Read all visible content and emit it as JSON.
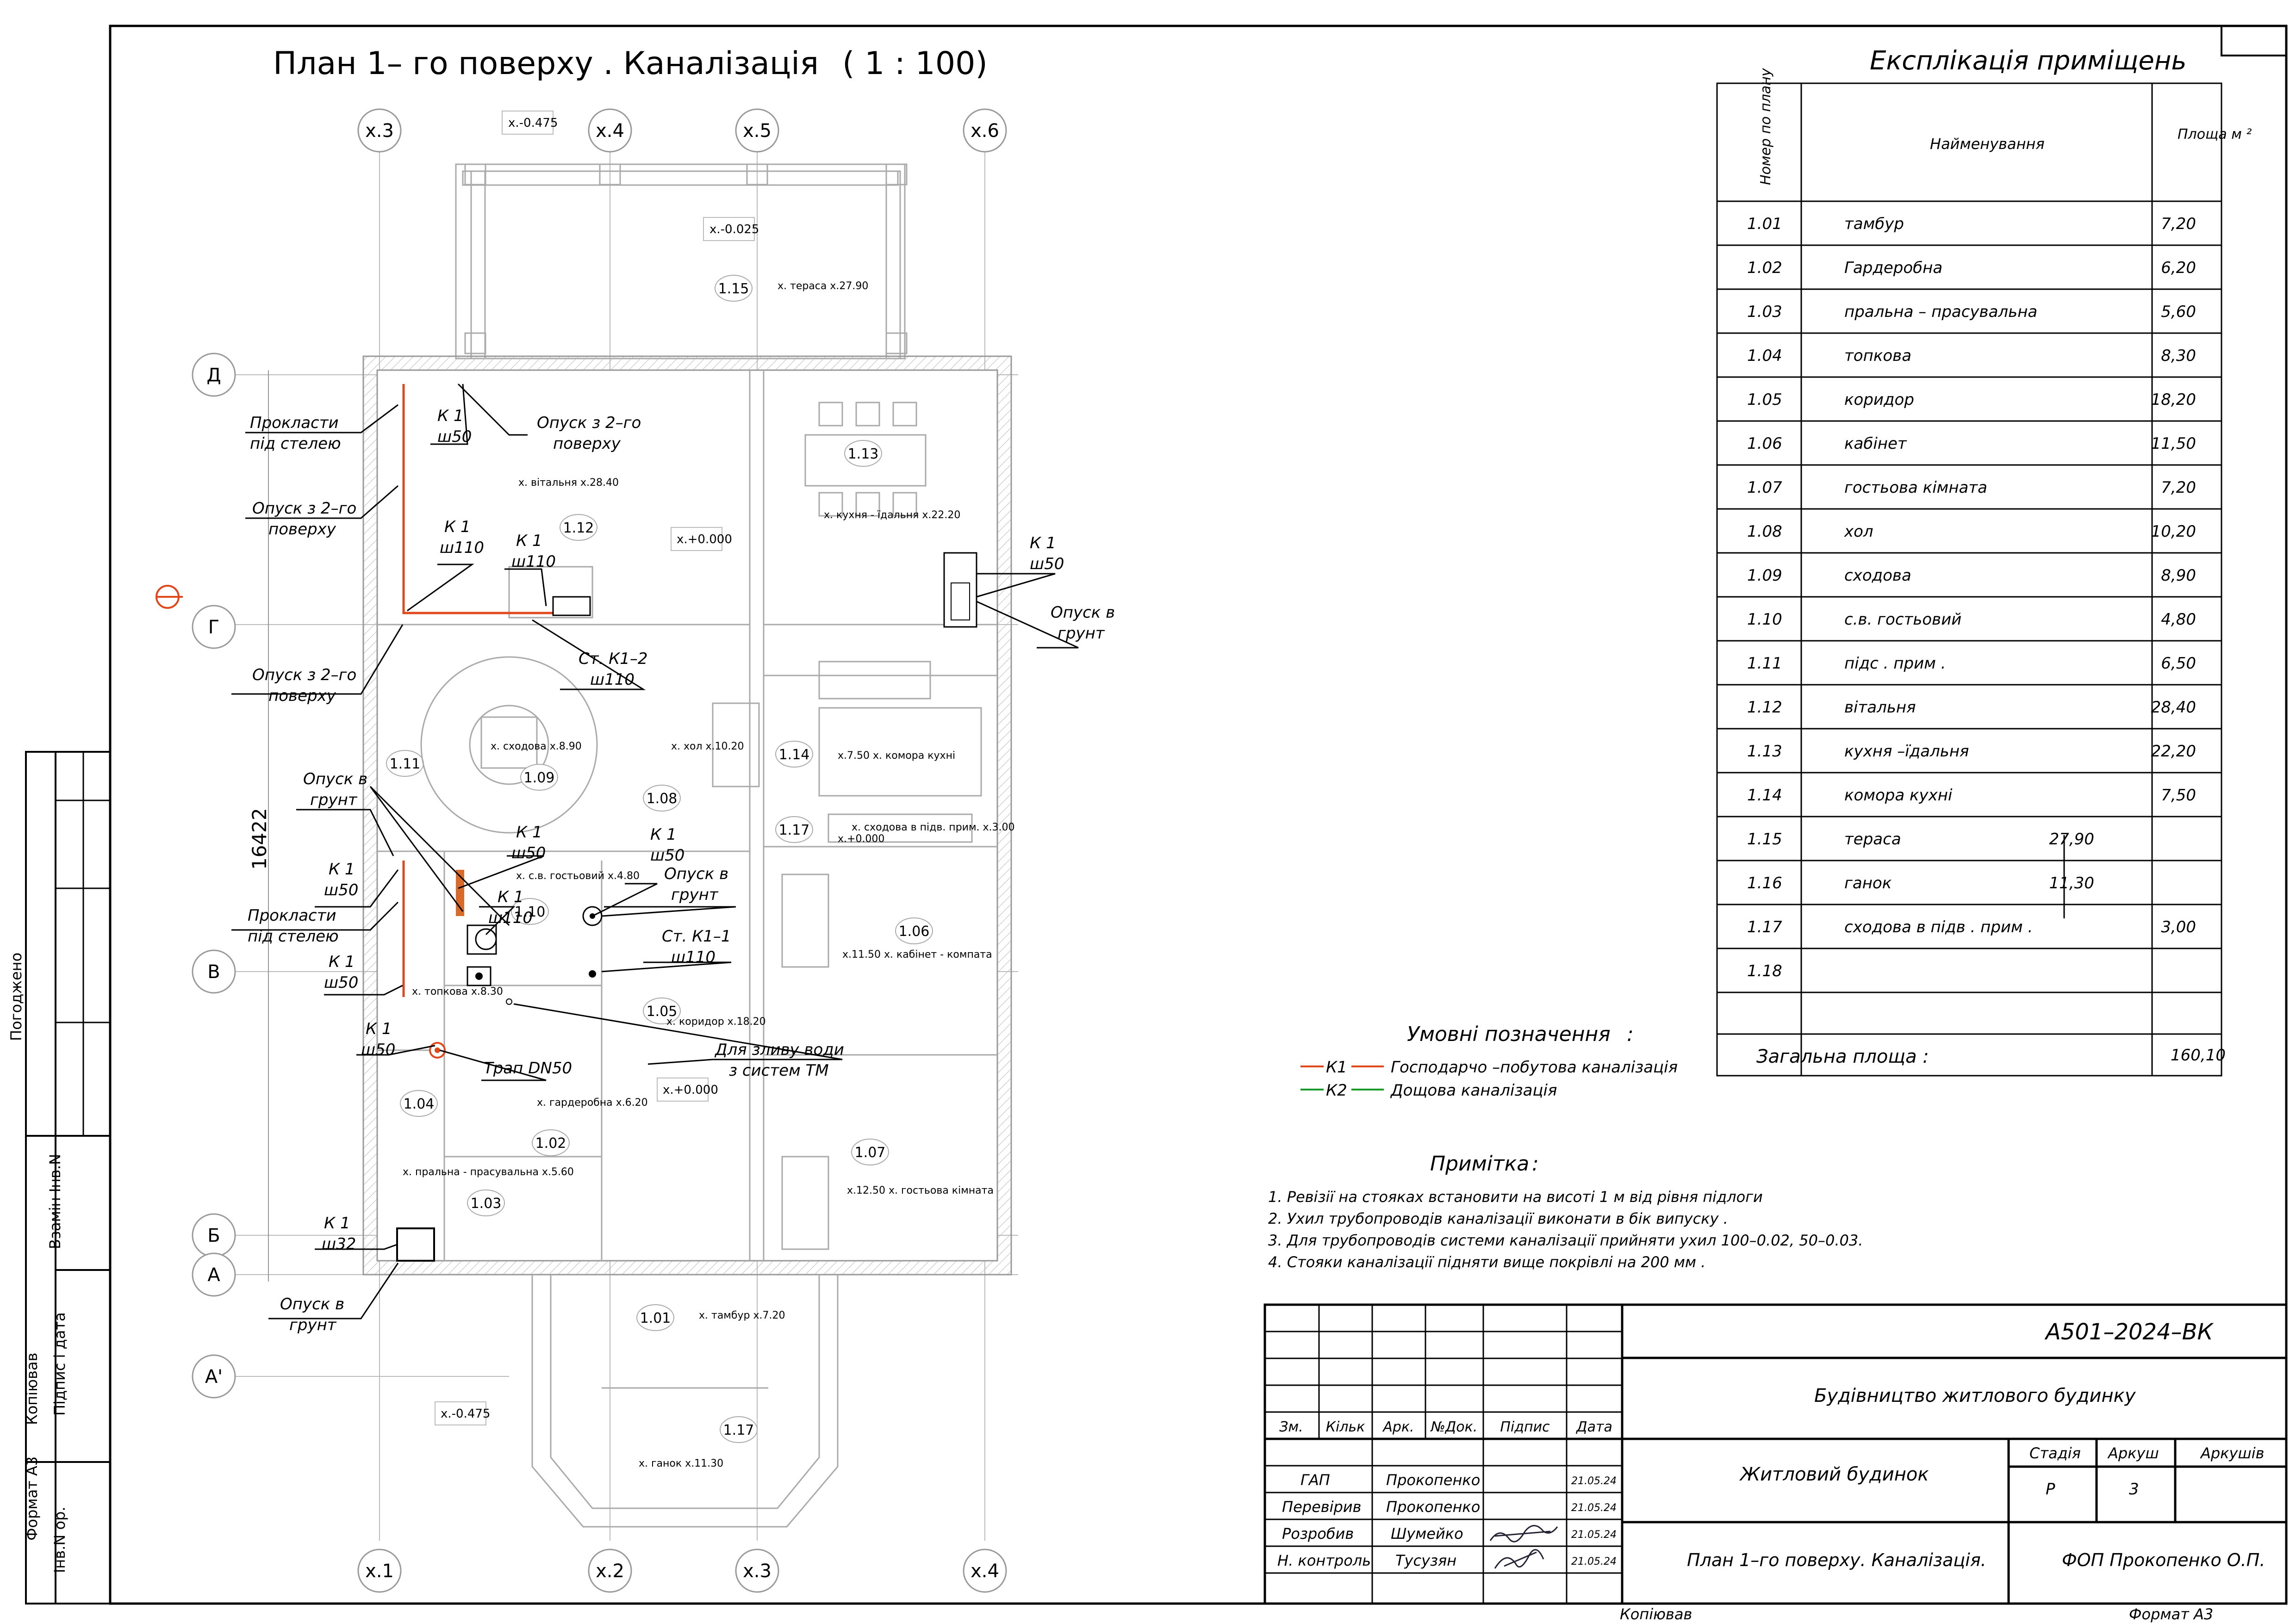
{
  "plan_title": "План   1– го  поверху   . Каналізація",
  "plan_scale": "( 1 : 100)",
  "axes_top": [
    "x.3",
    "x.4",
    "x.5",
    "x.6"
  ],
  "axes_bottom": [
    "x.1",
    "x.2",
    "x.3",
    "x.4"
  ],
  "axes_left": [
    "Д",
    "Г",
    "В",
    "Б",
    "А",
    "А'"
  ],
  "dim_vertical": "16422",
  "level_marks": [
    "x.-0.475",
    "x.-0.025",
    "x.+0.000",
    "x.+0.000",
    "x.-0.475"
  ],
  "room_tags": [
    "1.15",
    "1.13",
    "1.12",
    "1.09",
    "1.11",
    "1.08",
    "1.14",
    "1.17",
    "1.10",
    "1.06",
    "1.05",
    "1.04",
    "1.07",
    "1.03",
    "1.02",
    "1.01",
    "1.17"
  ],
  "room_notes": [
    "x. тераса x.27.90",
    "x. кухня - їдальня x.22.20",
    "x. вітальня x.28.40",
    "x. сходова x.8.90",
    "x. хол x.10.20",
    "x.7.50  x. комора  кухні",
    "x. сходова  в підв. прим. x.3.00",
    "x. с.в. гостьовий x.4.80",
    "x.11.50 x. кабінет - компата",
    "x. коридор x.18.20",
    "x. топкова x.8.30",
    "x. гардеробна x.6.20",
    "x. пральна - прасувальна x.5.60",
    "x.12.50 x. гостьова  кімната",
    "x. тамбур x.7.20",
    "x. ганок x.11.30",
    "x.+0.000"
  ],
  "annotations": [
    {
      "id": "a1",
      "lines": [
        "Прокласти",
        "під  стелею"
      ]
    },
    {
      "id": "a2",
      "lines": [
        "К 1",
        "ш50"
      ]
    },
    {
      "id": "a3",
      "lines": [
        "Опуск   з 2–го",
        "поверху"
      ]
    },
    {
      "id": "a4",
      "lines": [
        "Опуск   з 2–го",
        "поверху"
      ]
    },
    {
      "id": "a5",
      "lines": [
        "К 1",
        "ш110"
      ]
    },
    {
      "id": "a6",
      "lines": [
        "К 1",
        "ш110"
      ]
    },
    {
      "id": "a7",
      "lines": [
        "К 1",
        "ш50"
      ]
    },
    {
      "id": "a8",
      "lines": [
        "Опуск   в",
        "грунт"
      ]
    },
    {
      "id": "a9",
      "lines": [
        "Ст. К1–2",
        "ш110"
      ]
    },
    {
      "id": "a10",
      "lines": [
        "Опуск    з 2–го",
        "поверху"
      ]
    },
    {
      "id": "a11",
      "lines": [
        "Опуск    в",
        "грунт"
      ]
    },
    {
      "id": "a12",
      "lines": [
        "К 1",
        "ш50"
      ]
    },
    {
      "id": "a13",
      "lines": [
        "К 1",
        "ш50"
      ]
    },
    {
      "id": "a14",
      "lines": [
        "К 1",
        "ш50"
      ]
    },
    {
      "id": "a15",
      "lines": [
        "Опуск   в",
        "грунт"
      ]
    },
    {
      "id": "a16",
      "lines": [
        "Прокласти",
        "під  стелею"
      ]
    },
    {
      "id": "a17",
      "lines": [
        "К 1",
        "ш110"
      ]
    },
    {
      "id": "a18",
      "lines": [
        "Ст. К1–1",
        "ш110"
      ]
    },
    {
      "id": "a19",
      "lines": [
        "К 1",
        "ш50"
      ]
    },
    {
      "id": "a20",
      "lines": [
        "К 1",
        "ш50"
      ]
    },
    {
      "id": "a21",
      "lines": [
        "Трап   DN50"
      ]
    },
    {
      "id": "a22",
      "lines": [
        "Для   зливу   води",
        "з систем   ТМ"
      ]
    },
    {
      "id": "a23",
      "lines": [
        "К 1",
        "ш32"
      ]
    },
    {
      "id": "a24",
      "lines": [
        "Опуск   в",
        "грунт"
      ]
    }
  ],
  "legend": {
    "title": "Умовні    позначення",
    "colon": ":",
    "items": [
      {
        "code": "К1",
        "text": "Господарчо   –побутова   каналізація",
        "color": "#e0471a"
      },
      {
        "code": "К2",
        "text": "Дощова    каналізація",
        "color": "#1a9a2a"
      }
    ]
  },
  "notes": {
    "title": "Примітка",
    "colon": ":",
    "items": [
      "1. Ревізії   на стояках  встановити   на висоті  1 м  від рівня  підлоги",
      "2. Ухил  трубопроводів    каналізації    виконати   в бік випуску .",
      "3. Для  трубопроводів     системи  каналізації   прийняти  ухил     100–0.02,       50–0.03.",
      "4. Стояки  каналізації    підняти  вище  покрівлі   на  200 мм ."
    ]
  },
  "explication": {
    "title": "Експлікація      приміщень",
    "headers": [
      "Номер   по плану",
      "Найменування",
      "Площа   м ²"
    ],
    "rows": [
      {
        "num": "1.01",
        "name": "тамбур",
        "mid": "",
        "area": "7,20"
      },
      {
        "num": "1.02",
        "name": "Гардеробна",
        "mid": "",
        "area": "6,20"
      },
      {
        "num": "1.03",
        "name": "пральна    – прасувальна",
        "mid": "",
        "area": "5,60"
      },
      {
        "num": "1.04",
        "name": "топкова",
        "mid": "",
        "area": "8,30"
      },
      {
        "num": "1.05",
        "name": "коридор",
        "mid": "",
        "area": "18,20"
      },
      {
        "num": "1.06",
        "name": "кабінет",
        "mid": "",
        "area": "11,50"
      },
      {
        "num": "1.07",
        "name": "гостьова   кімната",
        "mid": "",
        "area": "7,20"
      },
      {
        "num": "1.08",
        "name": "хол",
        "mid": "",
        "area": "10,20"
      },
      {
        "num": "1.09",
        "name": "сходова",
        "mid": "",
        "area": "8,90"
      },
      {
        "num": "1.10",
        "name": "с.в.  гостьовий",
        "mid": "",
        "area": "4,80"
      },
      {
        "num": "1.11",
        "name": "підс . прим  .",
        "mid": "",
        "area": "6,50"
      },
      {
        "num": "1.12",
        "name": "вітальня",
        "mid": "",
        "area": "28,40"
      },
      {
        "num": "1.13",
        "name": "кухня  –їдальня",
        "mid": "",
        "area": "22,20"
      },
      {
        "num": "1.14",
        "name": "комора    кухні",
        "mid": "",
        "area": "7,50"
      },
      {
        "num": "1.15",
        "name": "тераса",
        "mid": "27,90",
        "area": ""
      },
      {
        "num": "1.16",
        "name": "ганок",
        "mid": "11,30",
        "area": ""
      },
      {
        "num": "1.17",
        "name": "сходова    в підв . прим  .",
        "mid": "",
        "area": "3,00"
      },
      {
        "num": "1.18",
        "name": "",
        "mid": "",
        "area": ""
      },
      {
        "num": "",
        "name": "",
        "mid": "",
        "area": ""
      }
    ],
    "total_label": "Загальна    площа     :",
    "total_value": "160,10"
  },
  "stamp": {
    "code": "А501–2024–ВК",
    "project": "Будівництво житлового будинку",
    "object": "Житловий будинок",
    "sheet_title": "План 1–го поверху. Каналізація.",
    "company": "ФОП Прокопенко О.П.",
    "stage_h": "Стадія",
    "sheet_h": "Аркуш",
    "sheets_h": "Аркушів",
    "stage": "Р",
    "sheet": "3",
    "sheets": "",
    "col_headers": [
      "Зм.",
      "Кільк",
      "Арк.",
      "№Док.",
      "Підпис",
      "Дата"
    ],
    "people": [
      {
        "role": "ГАП",
        "name": "Прокопенко",
        "date": "21.05.24"
      },
      {
        "role": "Перевірив",
        "name": "Прокопенко",
        "date": "21.05.24"
      },
      {
        "role": "Розробив",
        "name": "Шумейко",
        "date": "21.05.24"
      },
      {
        "role": "Н. контроль",
        "name": "Тусузян",
        "date": "21.05.24"
      }
    ]
  },
  "side_stamp": [
    "Погоджено",
    "Взамін Інв.N",
    "Підпис і дата",
    "Інв.N ор."
  ],
  "side_stamp_extra": [
    "Копіював",
    "Формат А3"
  ],
  "footer": {
    "copied": "Копіював",
    "format": "Формат А3"
  }
}
